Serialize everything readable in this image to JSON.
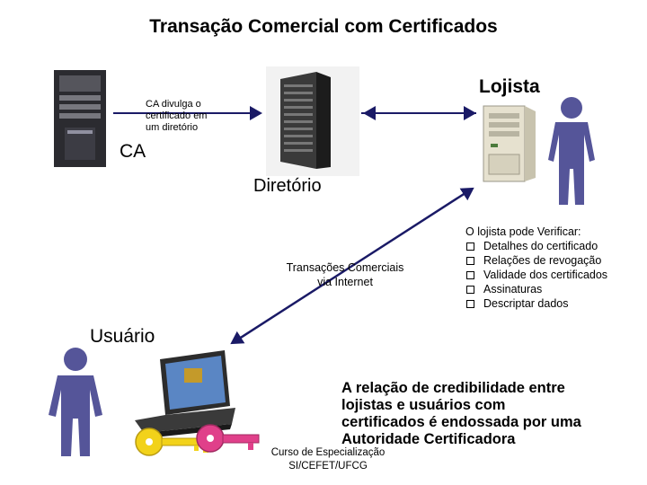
{
  "title": "Transação Comercial com Certificados",
  "ca_note": [
    "CA divulga o",
    "certificado em",
    "um diretório"
  ],
  "ca_label": "CA",
  "diretorio_label": "Diretório",
  "lojista_label": "Lojista",
  "usuario_label": "Usuário",
  "transacoes": [
    "Transações Comerciais",
    "via Internet"
  ],
  "verificar": {
    "heading": "O lojista pode Verificar:",
    "items": [
      "Detalhes do certificado",
      "Relações de revogação",
      "Validade dos certificados",
      "Assinaturas",
      "Descriptar dados"
    ]
  },
  "relacao": [
    "A relação de credibilidade entre",
    "lojistas e usuários com",
    "certificados é endossada por uma",
    "Autoridade Certificadora"
  ],
  "curso": [
    "Curso de Especialização",
    "SI/CEFET/UFCG"
  ],
  "colors": {
    "person": "#555599",
    "key_yellow": "#f2d21a",
    "key_pink": "#e0408a"
  },
  "icons": [
    "ca-server-icon",
    "directory-server-icon",
    "merchant-server-icon",
    "merchant-person-icon",
    "user-person-icon",
    "laptop-icon",
    "yellow-key-icon",
    "pink-key-icon"
  ]
}
